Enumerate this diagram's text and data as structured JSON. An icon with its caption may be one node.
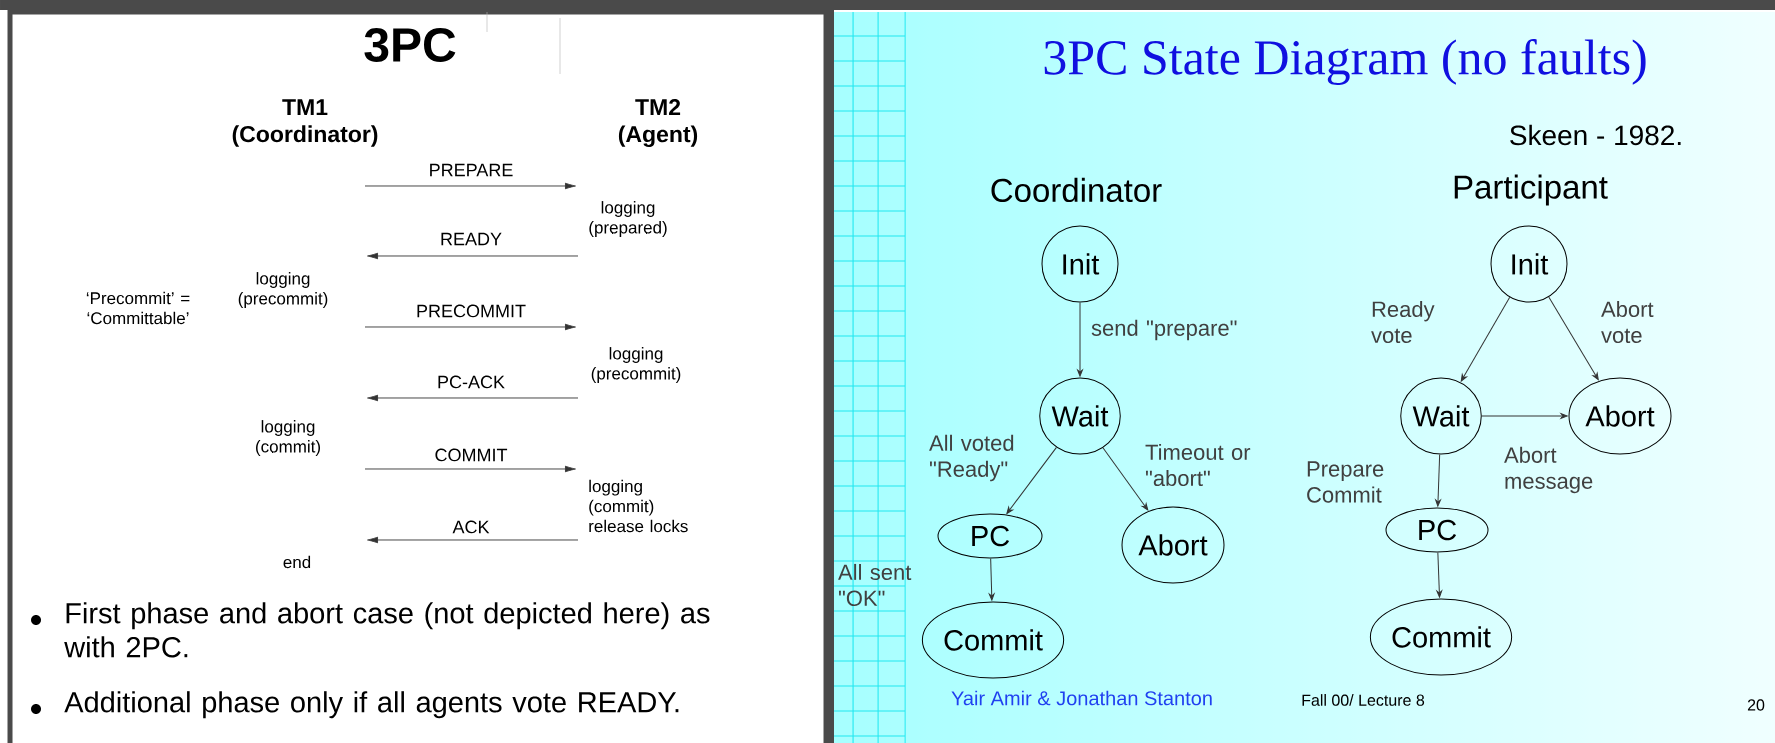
{
  "diagram": {
    "nodes": [
      {
        "text": [
          "Init"
        ]
      },
      {
        "text": [
          "Wait"
        ]
      },
      {
        "text": [
          "PC"
        ]
      },
      {
        "text": [
          "Abort"
        ]
      },
      {
        "text": [
          "Commit"
        ]
      },
      {
        "text": [
          "Init"
        ]
      },
      {
        "text": [
          "Wait"
        ]
      },
      {
        "text": [
          "Abort"
        ]
      },
      {
        "text": [
          "PC"
        ]
      },
      {
        "text": [
          "Commit"
        ]
      }
    ],
    "edges": [
      {
        "from": 0,
        "to": 1,
        "arrow": "to",
        "label": "send \"prepare\""
      },
      {
        "from": 1,
        "to": 2,
        "arrow": "to",
        "label": "All voted \"Ready\""
      },
      {
        "from": 1,
        "to": 3,
        "arrow": "to",
        "label": "Timeout or \"abort\""
      },
      {
        "from": 2,
        "to": 4,
        "arrow": "to",
        "label": "All sent \"OK\""
      },
      {
        "from": 5,
        "to": 6,
        "arrow": "to",
        "label": "Ready vote"
      },
      {
        "from": 5,
        "to": 7,
        "arrow": "to",
        "label": "Abort vote"
      },
      {
        "from": 6,
        "to": 7,
        "arrow": "to",
        "label": "Abort message"
      },
      {
        "from": 6,
        "to": 8,
        "arrow": "to",
        "label": "Prepare Commit"
      },
      {
        "from": 8,
        "to": 9,
        "arrow": "to"
      }
    ],
    "labels": [
      "3PC",
      "TM1 (Coordinator)",
      "TM2 (Agent)",
      "PREPARE",
      "logging (prepared)",
      "READY",
      "logging (precommit)",
      "‘Precommit’ = ‘Committable’",
      "PRECOMMIT",
      "logging (precommit)",
      "PC-ACK",
      "logging (commit)",
      "COMMIT",
      "logging (commit) release locks",
      "ACK",
      "end",
      "First phase and abort case (not depicted here) as with 2PC.",
      "Additional phase only if all agents vote READY.",
      "3PC State Diagram (no faults)",
      "Skeen - 1982.",
      "Coordinator",
      "Participant",
      "Yair Amir & Jonathan Stanton",
      "Fall 00/ Lecture 8",
      "20"
    ]
  }
}
